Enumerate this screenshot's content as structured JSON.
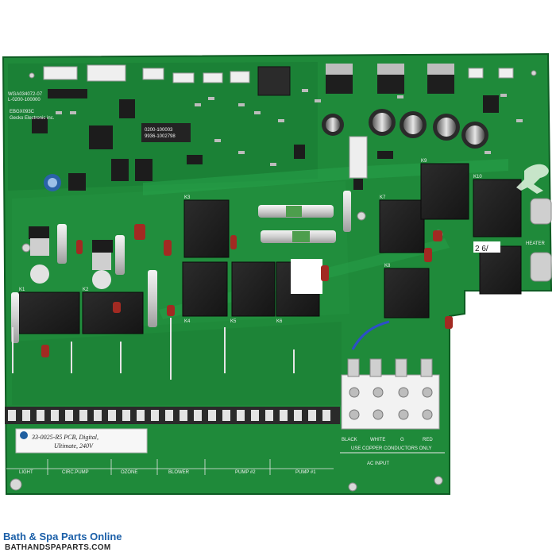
{
  "board": {
    "model": "EBGX093C",
    "maker": "Gecko Electronic inc.",
    "ids": [
      "WGA034072-07",
      "L-0200-100000"
    ],
    "chip_label": [
      "0200-100003",
      "9936-1002798"
    ],
    "sticker": [
      "33-0025-R5  PCB, Digital,",
      "Ultimate, 240V"
    ],
    "handwritten": "2 6/"
  },
  "labels": {
    "ac_input": "AC INPUT",
    "copper_note": "USE COPPER CONDUCTORS ONLY",
    "terminals": [
      "BLACK",
      "WHITE",
      "G",
      "RED"
    ],
    "sections": [
      "LIGHT",
      "CIRC.PUMP",
      "OZONE",
      "BLOWER",
      "PUMP #2",
      "PUMP #1"
    ],
    "relays": [
      "K3",
      "K4",
      "K5",
      "K6",
      "K7",
      "K8",
      "K9",
      "K10",
      "K1",
      "K2"
    ],
    "heater": "HEATER"
  },
  "watermark": {
    "title": "Bath & Spa Parts Online",
    "url": "BATHANDSPAPARTS.COM"
  }
}
